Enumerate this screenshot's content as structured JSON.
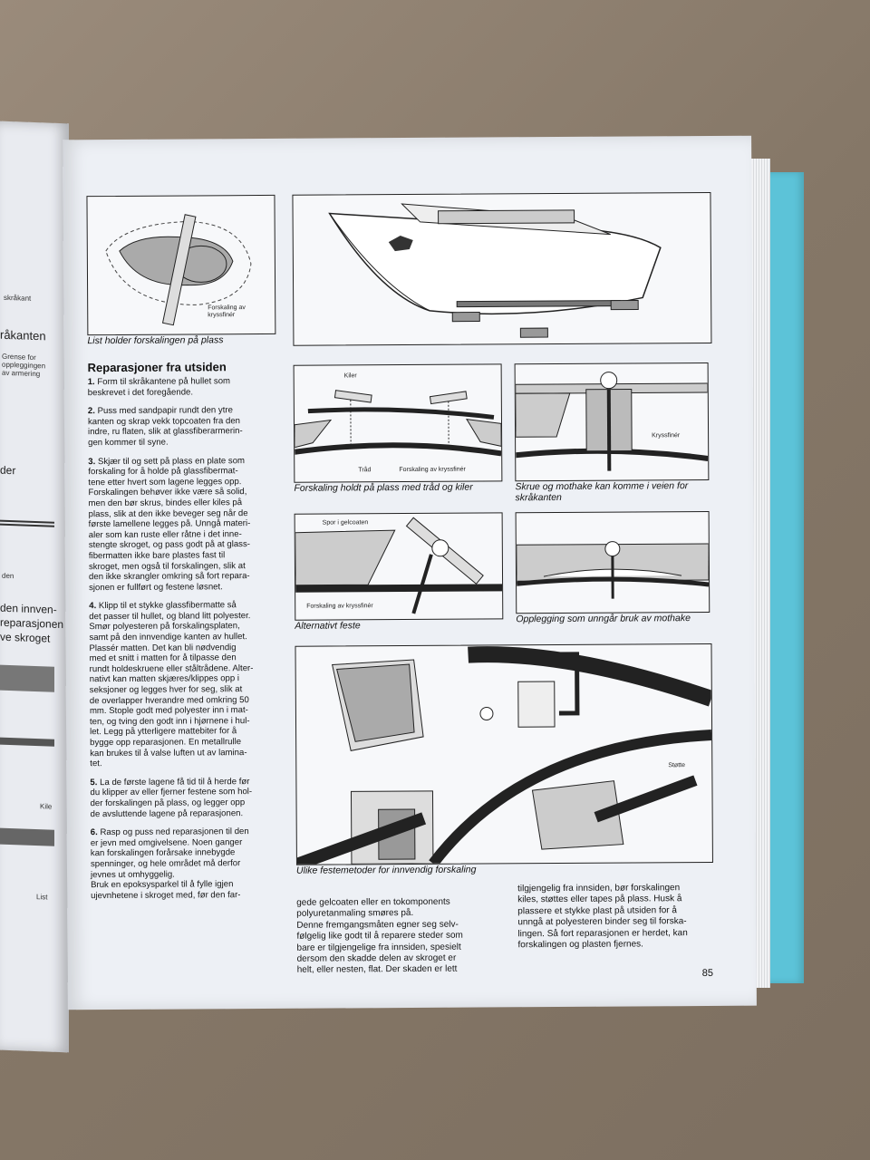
{
  "left_page": {
    "fragments": [
      "råkanten",
      "der",
      "den",
      "den innven-",
      "reparasjonen",
      "ve skroget"
    ],
    "small_labels": [
      "skråkant",
      "Grense for\noppleggingen\nav armering",
      "Kile",
      "List"
    ]
  },
  "figures": {
    "patch": {
      "labels": [
        "Forskaling av\nkryssfinér"
      ],
      "caption": "List holder forskalingen på plass"
    },
    "thread_wedges": {
      "labels": [
        "Kiler",
        "Tråd",
        "Forskaling av kryssfinér"
      ],
      "caption": "Forskaling holdt på plass med tråd og kiler"
    },
    "screw": {
      "labels": [
        "Kryssfinér"
      ],
      "caption": "Skrue og mothake kan komme i veien for\nskråkanten"
    },
    "alt": {
      "labels": [
        "Spor i gelcoaten",
        "Forskaling av kryssfinér"
      ],
      "caption": "Alternativt feste"
    },
    "lay": {
      "caption": "Opplegging som unngår bruk av mothake"
    },
    "internal": {
      "labels": [
        "Støtte"
      ],
      "caption": "Ulike festemetoder for innvendig forskaling"
    }
  },
  "article": {
    "heading": "Reparasjoner fra utsiden",
    "items": [
      {
        "num": "1.",
        "text": "Form til skråkantene på hullet som\nbeskrevet i det foregående."
      },
      {
        "num": "2.",
        "text": "Puss med sandpapir rundt den ytre\nkanten og skrap vekk topcoaten fra den\nindre, ru flaten, slik at glassfiberarmerin-\ngen kommer til syne."
      },
      {
        "num": "3.",
        "text": "Skjær til og sett på plass en plate som\nforskaling for å holde på glassfibermat-\ntene etter hvert som lagene legges opp.\nForskalingen behøver ikke være så solid,\nmen den bør skrus, bindes eller kiles på\nplass, slik at den ikke beveger seg når de\nførste lamellene legges på. Unngå materi-\naler som kan ruste eller råtne i det inne-\nstengte skroget, og pass godt på at glass-\nfibermatten ikke bare plastes fast til\nskroget, men også til forskalingen, slik at\nden ikke skrangler omkring så fort repara-\nsjonen er fullført og festene løsnet."
      },
      {
        "num": "4.",
        "text": "Klipp til et stykke glassfibermatte så\ndet passer til hullet, og bland litt polyester.\nSmør polyesteren på forskalingsplaten,\nsamt på den innvendige kanten av hullet.\nPlassér matten. Det kan bli nødvendig\nmed et snitt i matten for å tilpasse den\nrundt holdeskruene eller ståltrådene. Alter-\nnativt kan matten skjæres/klippes opp i\nseksjoner og legges hver for seg, slik at\nde overlapper hverandre med omkring 50\nmm. Stople godt med polyester inn i mat-\nten, og tving den godt inn i hjørnene i hul-\nlet. Legg på ytterligere mattebiter for å\nbygge opp reparasjonen. En metallrulle\nkan brukes til å valse luften ut av lamina-\ntet."
      },
      {
        "num": "5.",
        "text": "La de første lagene få tid til å herde før\ndu klipper av eller fjerner festene som hol-\nder forskalingen på plass, og legger opp\nde avsluttende lagene på reparasjonen."
      },
      {
        "num": "6.",
        "text": "Rasp og puss ned reparasjonen til den\ner jevn med omgivelsene. Noen ganger\nkan forskalingen forårsake innebygde\nspenninger, og hele området må derfor\njevnes ut omhyggelig.\nBruk en epoksysparkel til å fylle igjen\nujevnhetene i skroget med, før den far-"
      }
    ],
    "col2": "gede gelcoaten eller en tokomponents\npolyuretanmaling smøres på.\nDenne fremgangsmåten egner seg selv-\nfølgelig like godt til å reparere steder som\nbare er tilgjengelige fra innsiden, spesielt\ndersom den skadde delen av skroget er\nhelt, eller nesten, flat. Der skaden er lett",
    "col3": "tilgjengelig fra innsiden, bør forskalingen\nkiles, støttes eller tapes på plass. Husk å\nplassere et stykke plast på utsiden for å\nunngå at polyesteren binder seg til forska-\nlingen. Så fort reparasjonen er herdet, kan\nforskalingen og plasten fjernes."
  },
  "page_number": "85"
}
